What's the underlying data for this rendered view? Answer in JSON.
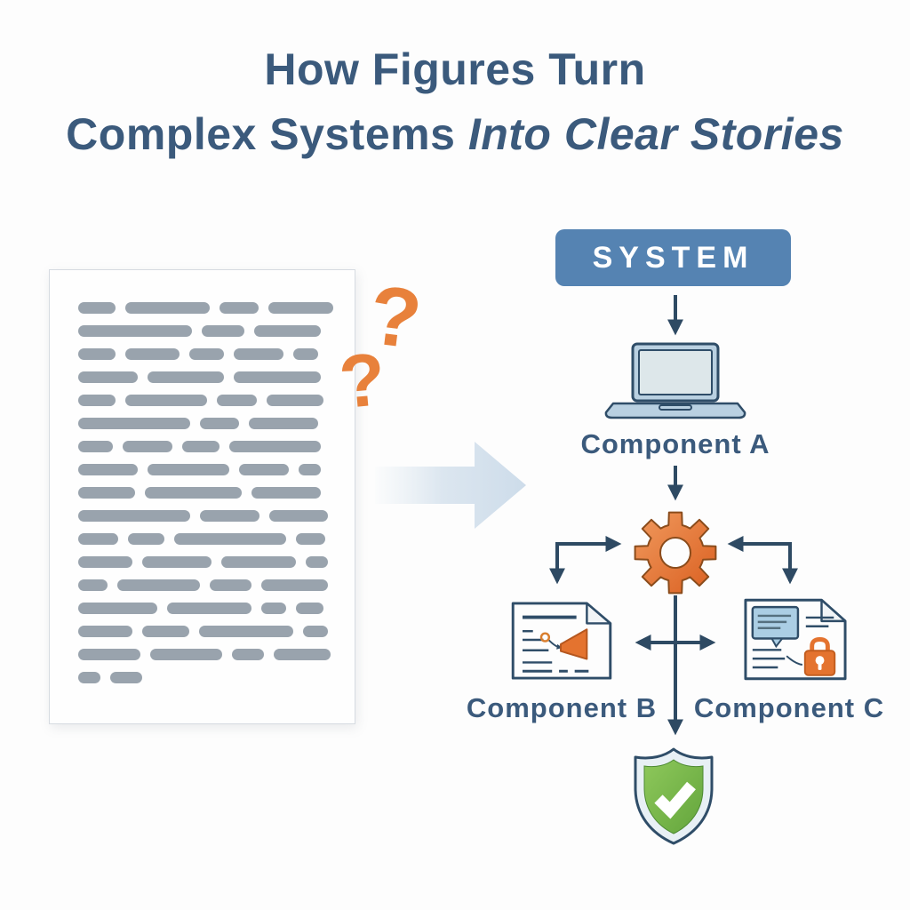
{
  "title": {
    "line1": "How Figures Turn",
    "line2_regular": "Complex Systems",
    "line2_italic": "Into Clear Stories"
  },
  "colors": {
    "title_blue": "#3b5a7c",
    "badge_blue": "#5583b2",
    "connector_navy": "#2e4a63",
    "accent_orange": "#e4732f",
    "question_orange": "#e8813b",
    "pill_gray": "#99a3ad",
    "laptop_blue": "#b9d0e1",
    "soft_arrow_blue": "#cfdeeb",
    "shield_green": "#7ab648"
  },
  "left_panel": {
    "question_marks": [
      "?",
      "?"
    ],
    "document_rows": [
      [
        15,
        34,
        16,
        26
      ],
      [
        46,
        17,
        27
      ],
      [
        15,
        22,
        14,
        20,
        10
      ],
      [
        24,
        31,
        35
      ],
      [
        15,
        33,
        16,
        23
      ],
      [
        45,
        16,
        28
      ],
      [
        14,
        20,
        15,
        37
      ],
      [
        24,
        33,
        20,
        9
      ],
      [
        23,
        39,
        28
      ],
      [
        45,
        24,
        24
      ],
      [
        16,
        15,
        45,
        12
      ],
      [
        22,
        28,
        30,
        9
      ],
      [
        12,
        33,
        17,
        27
      ],
      [
        32,
        34,
        10,
        11
      ],
      [
        22,
        19,
        38,
        10
      ],
      [
        25,
        29,
        13,
        23
      ],
      [
        9,
        13
      ]
    ]
  },
  "flowchart": {
    "system_label": "SYSTEM",
    "component_a_label": "Component A",
    "component_b_label": "Component B",
    "component_c_label": "Component C",
    "icons": [
      "laptop-icon",
      "gear-icon",
      "document-megaphone-icon",
      "document-lock-icon",
      "shield-check-icon",
      "big-transform-arrow-icon",
      "question-mark-icon"
    ]
  }
}
